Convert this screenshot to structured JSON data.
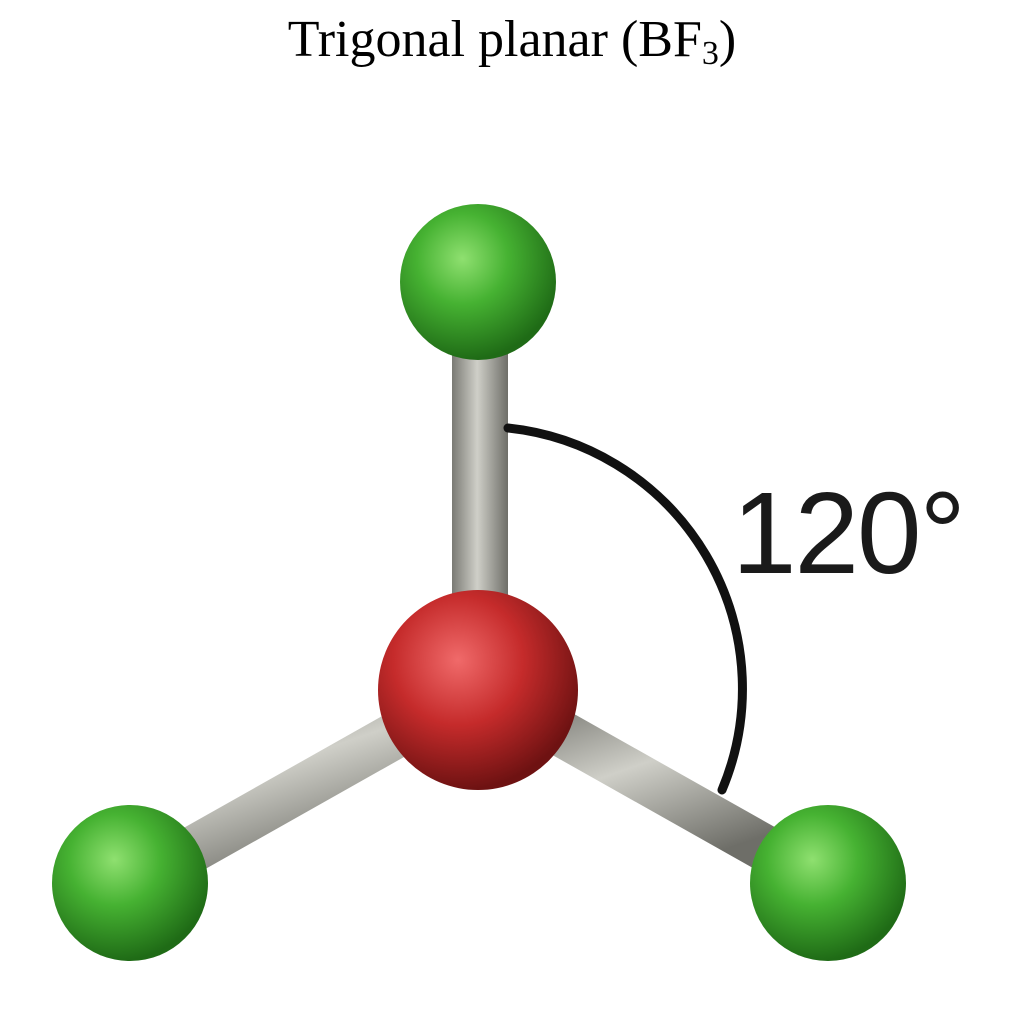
{
  "title": {
    "main": "Trigonal planar (BF",
    "subscript": "3",
    "close": ")"
  },
  "angle_label": "120°",
  "colors": {
    "fluorine_atom": "#3fa82e",
    "boron_atom": "#c42a2a",
    "bond": "#a8a8a0",
    "angle_arc": "#111111"
  },
  "atoms": [
    {
      "name": "fluorine-atom-top",
      "element": "F"
    },
    {
      "name": "boron-atom-center",
      "element": "B"
    },
    {
      "name": "fluorine-atom-left",
      "element": "F"
    },
    {
      "name": "fluorine-atom-right",
      "element": "F"
    }
  ]
}
